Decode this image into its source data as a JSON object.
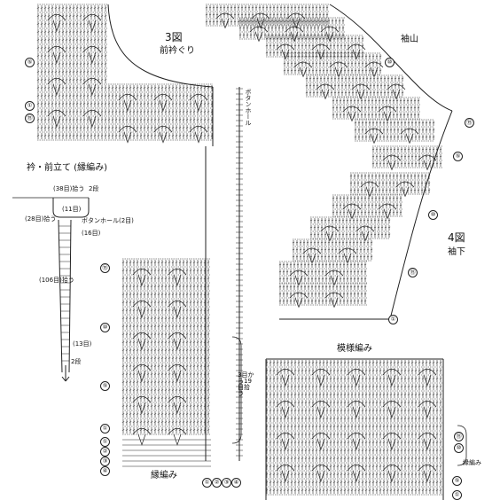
{
  "title_armhole": {
    "fig": "3図",
    "name": "前衿ぐり"
  },
  "title_sleeve": {
    "fig": "4図",
    "name": "袖下"
  },
  "sleeve_cap": "袖山",
  "collar": {
    "title": "衿・前立て (縁編み)",
    "label_38": "(38目)拾う",
    "label_rows": "2段",
    "label_11": "(11目)",
    "label_28": "(28目)拾う",
    "label_btn": "ボタンホール(2目)",
    "label_16": "(16目)",
    "label_106": "(106目)拾う",
    "label_13": "(13目)",
    "label_bottom": "2段"
  },
  "button_hole_vertical": "ボタンホール",
  "body_bottom_label": "縁編み",
  "pattern_label": "模様編み",
  "pick_up_label": "3目から19目拾う",
  "bracket_label": "縁編み",
  "row_marks": {
    "left_top": [
      "⑤",
      "①",
      "⑮"
    ],
    "left_mid": [
      "⑮",
      "⑩",
      "⑤",
      "①"
    ],
    "bottom_stack": [
      "①",
      "②",
      "③",
      "④"
    ],
    "bottom_center": [
      "①",
      "②",
      "③",
      "④"
    ],
    "right_sleeve": [
      "⑩",
      "⑮",
      "⑤",
      "⑩",
      "⑮",
      "①"
    ],
    "right_bottom": [
      "⑮",
      "⑩",
      "⑤",
      "①"
    ]
  },
  "stitch_symbols": [
    "chain",
    "double-crochet",
    "treble",
    "fan"
  ]
}
